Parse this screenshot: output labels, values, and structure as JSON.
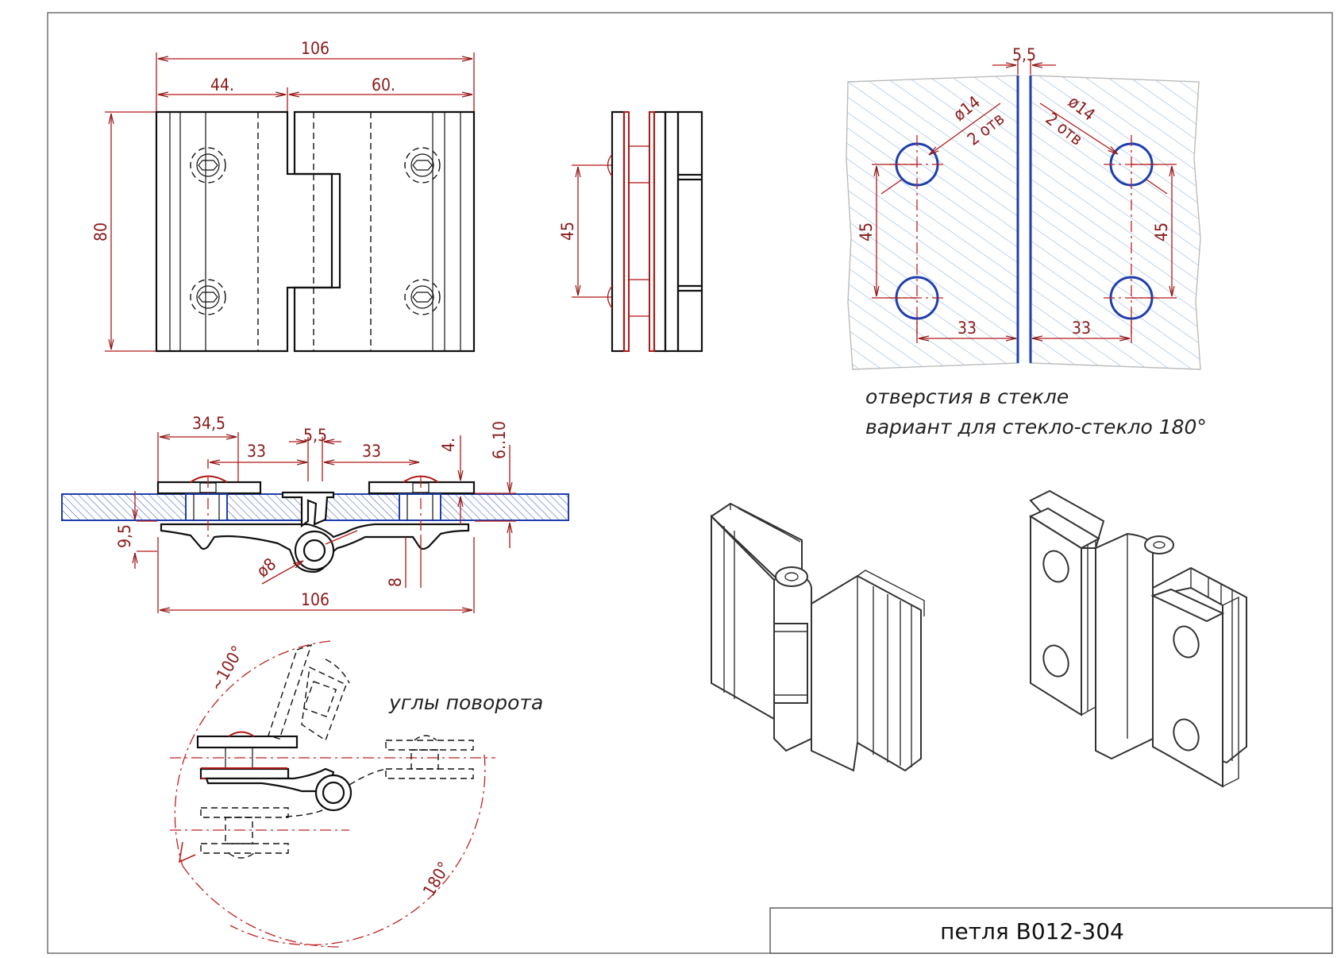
{
  "title_block": {
    "label": "петля B012-304"
  },
  "notes": {
    "glass_holes_line1": "отверстия в стекле",
    "glass_holes_line2": "вариант для стекло-стекло 180°",
    "rotation_angles": "углы поворота"
  },
  "front_view": {
    "overall_width": "106",
    "left_leaf": "44.",
    "right_leaf": "60.",
    "height": "80"
  },
  "side_view": {
    "hole_spacing": "45"
  },
  "section_view": {
    "d_34_5": "34,5",
    "d_33_left": "33",
    "d_gap": "5,5",
    "d_33_right": "33",
    "d_4": "4.",
    "d_glass": "6..10",
    "d_9_5": "9,5",
    "d_pin": "ø8",
    "d_8": "8",
    "overall_width": "106"
  },
  "glass_view": {
    "gap": "5,5",
    "hole_dia_left": "ø14",
    "hole_count_left": "2 отв",
    "hole_dia_right": "ø14",
    "hole_count_right": "2 отв",
    "spacing_left": "45",
    "spacing_right": "45",
    "edge_left": "33",
    "edge_right": "33"
  },
  "rotation_view": {
    "angle_open": "~100°",
    "angle_full": "180°"
  },
  "colors": {
    "dimension": "#8b1a1a",
    "glass_hatch": "#7fa9d6",
    "glass_edge": "#1f3fae",
    "outline": "#111111"
  }
}
